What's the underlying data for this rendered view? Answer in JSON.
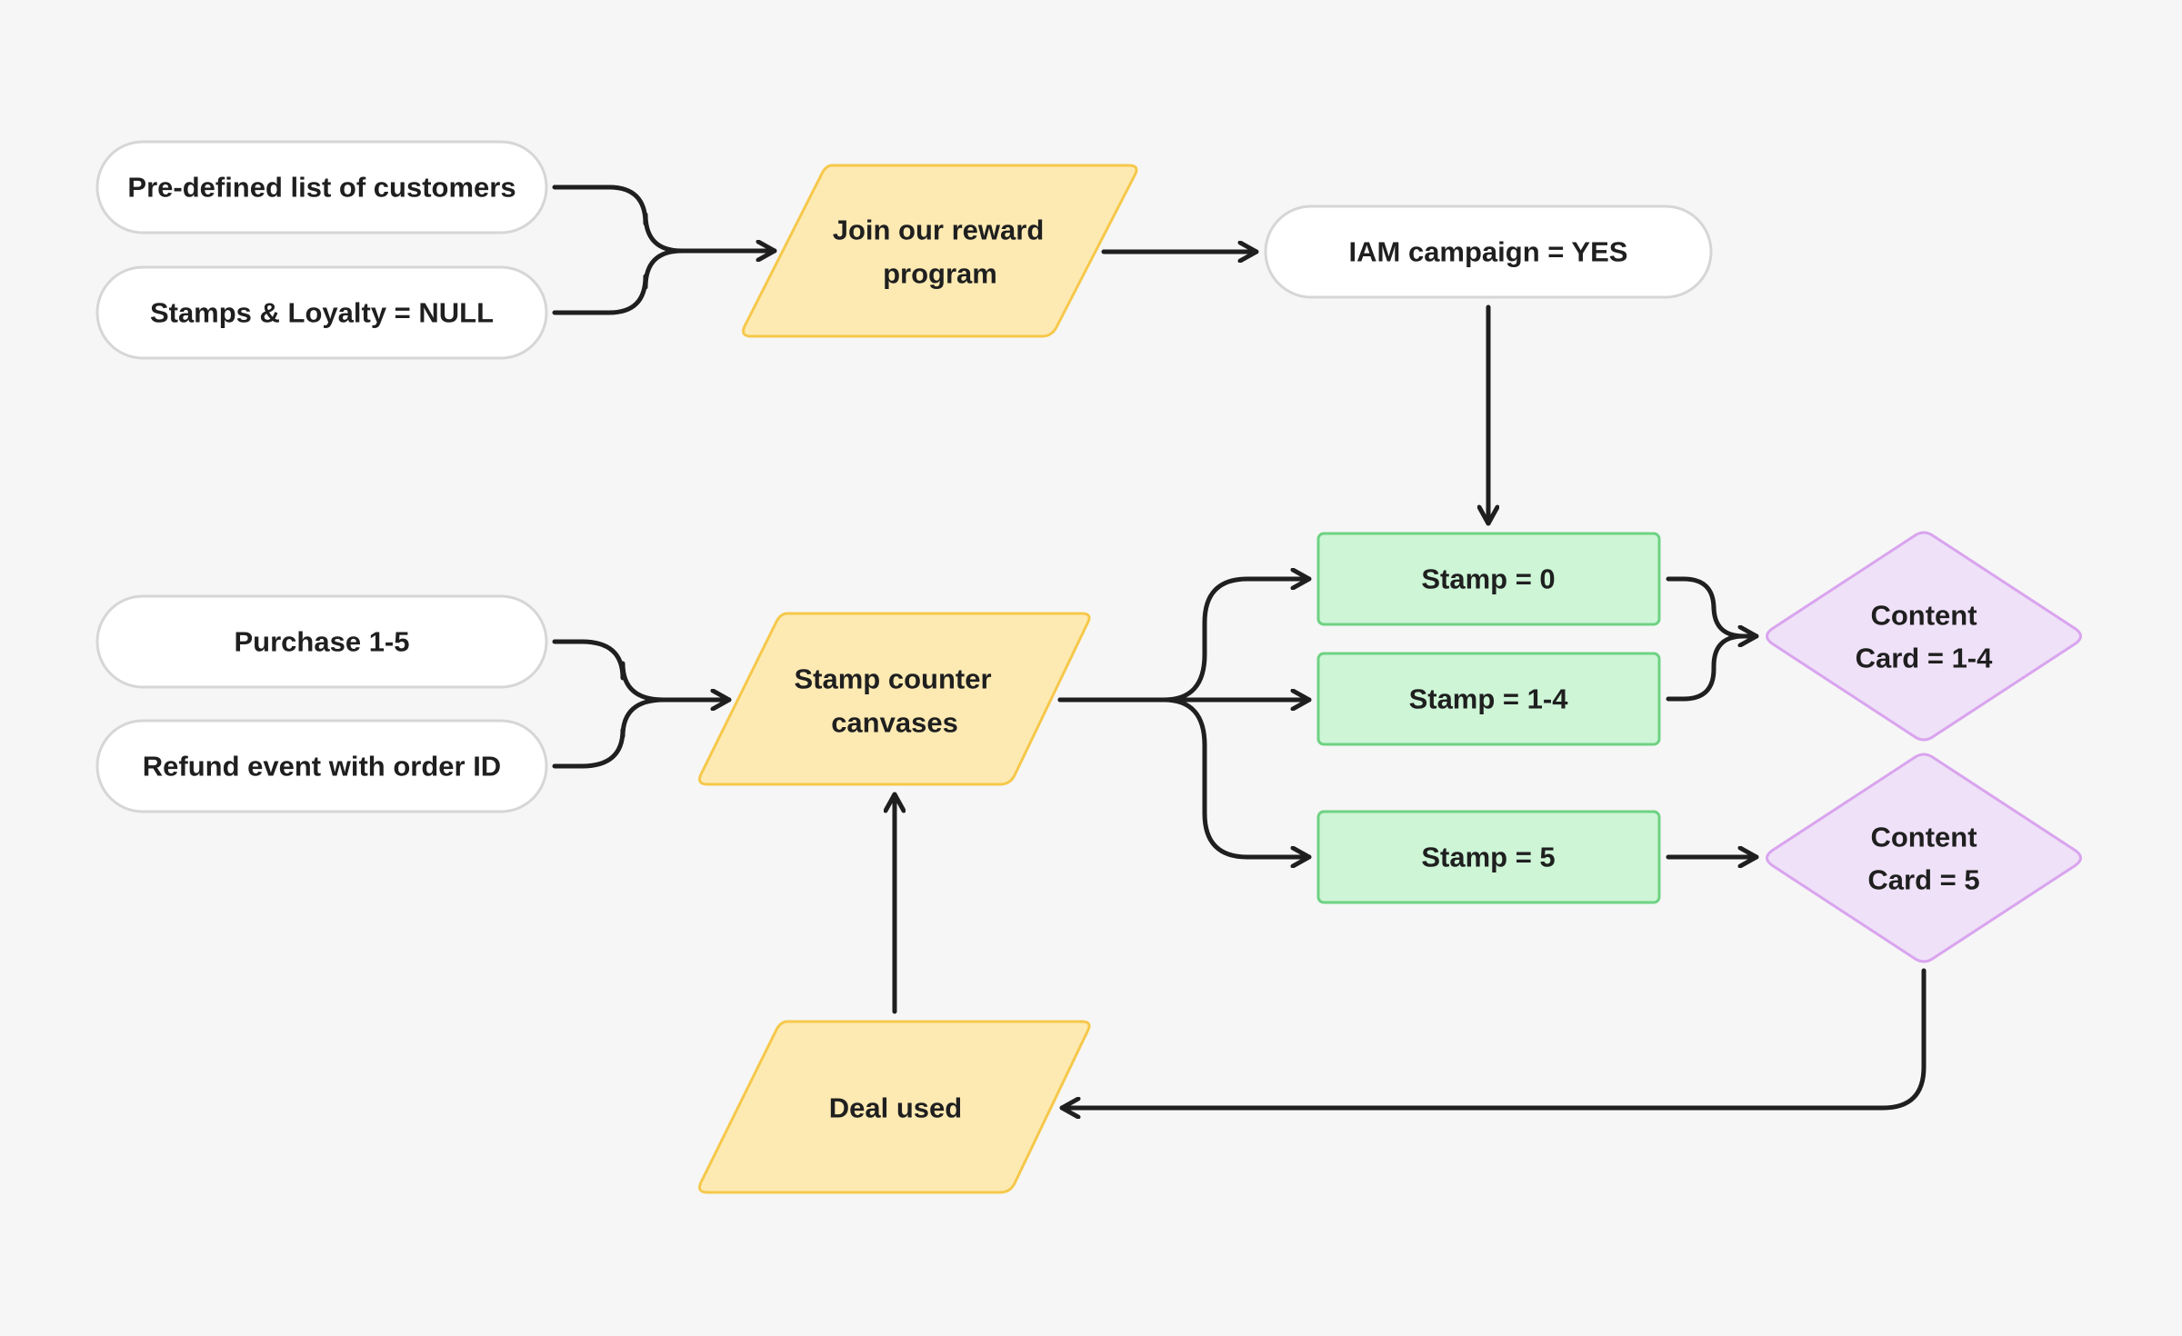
{
  "diagram": {
    "nodes": {
      "predefined_list": {
        "label": "Pre-defined list of customers",
        "kind": "terminal"
      },
      "stamps_loyalty_null": {
        "label": "Stamps & Loyalty = NULL",
        "kind": "terminal"
      },
      "join_reward": {
        "label_line1": "Join our reward",
        "label_line2": "program",
        "kind": "io"
      },
      "iam_campaign": {
        "label": "IAM campaign = YES",
        "kind": "terminal"
      },
      "purchase": {
        "label": "Purchase 1-5",
        "kind": "terminal"
      },
      "refund": {
        "label": "Refund event with order ID",
        "kind": "terminal"
      },
      "stamp_counter": {
        "label_line1": "Stamp counter",
        "label_line2": "canvases",
        "kind": "io"
      },
      "stamp_0": {
        "label": "Stamp = 0",
        "kind": "process"
      },
      "stamp_1_4": {
        "label": "Stamp = 1-4",
        "kind": "process"
      },
      "stamp_5": {
        "label": "Stamp = 5",
        "kind": "process"
      },
      "content_card_1_4": {
        "label_line1": "Content",
        "label_line2": "Card = 1-4",
        "kind": "decision"
      },
      "content_card_5": {
        "label_line1": "Content",
        "label_line2": "Card = 5",
        "kind": "decision"
      },
      "deal_used": {
        "label": "Deal used",
        "kind": "io"
      }
    },
    "edges": [
      {
        "from": "predefined_list",
        "to": "join_reward"
      },
      {
        "from": "stamps_loyalty_null",
        "to": "join_reward"
      },
      {
        "from": "join_reward",
        "to": "iam_campaign"
      },
      {
        "from": "iam_campaign",
        "to": "stamp_0"
      },
      {
        "from": "purchase",
        "to": "stamp_counter"
      },
      {
        "from": "refund",
        "to": "stamp_counter"
      },
      {
        "from": "stamp_counter",
        "to": "stamp_0"
      },
      {
        "from": "stamp_counter",
        "to": "stamp_1_4"
      },
      {
        "from": "stamp_counter",
        "to": "stamp_5"
      },
      {
        "from": "stamp_0",
        "to": "content_card_1_4"
      },
      {
        "from": "stamp_1_4",
        "to": "content_card_1_4"
      },
      {
        "from": "stamp_5",
        "to": "content_card_5"
      },
      {
        "from": "content_card_5",
        "to": "deal_used"
      },
      {
        "from": "deal_used",
        "to": "stamp_counter"
      }
    ],
    "colors": {
      "terminal_fill": "#ffffff",
      "terminal_stroke": "#d6d6d6",
      "io_fill": "#fdeab3",
      "io_stroke": "#f6c84a",
      "process_fill": "#cdf5d6",
      "process_stroke": "#6ed283",
      "decision_fill": "#efe1f8",
      "decision_stroke": "#d9a4ee",
      "connector": "#1f1f1f",
      "background": "#f6f6f6"
    }
  }
}
